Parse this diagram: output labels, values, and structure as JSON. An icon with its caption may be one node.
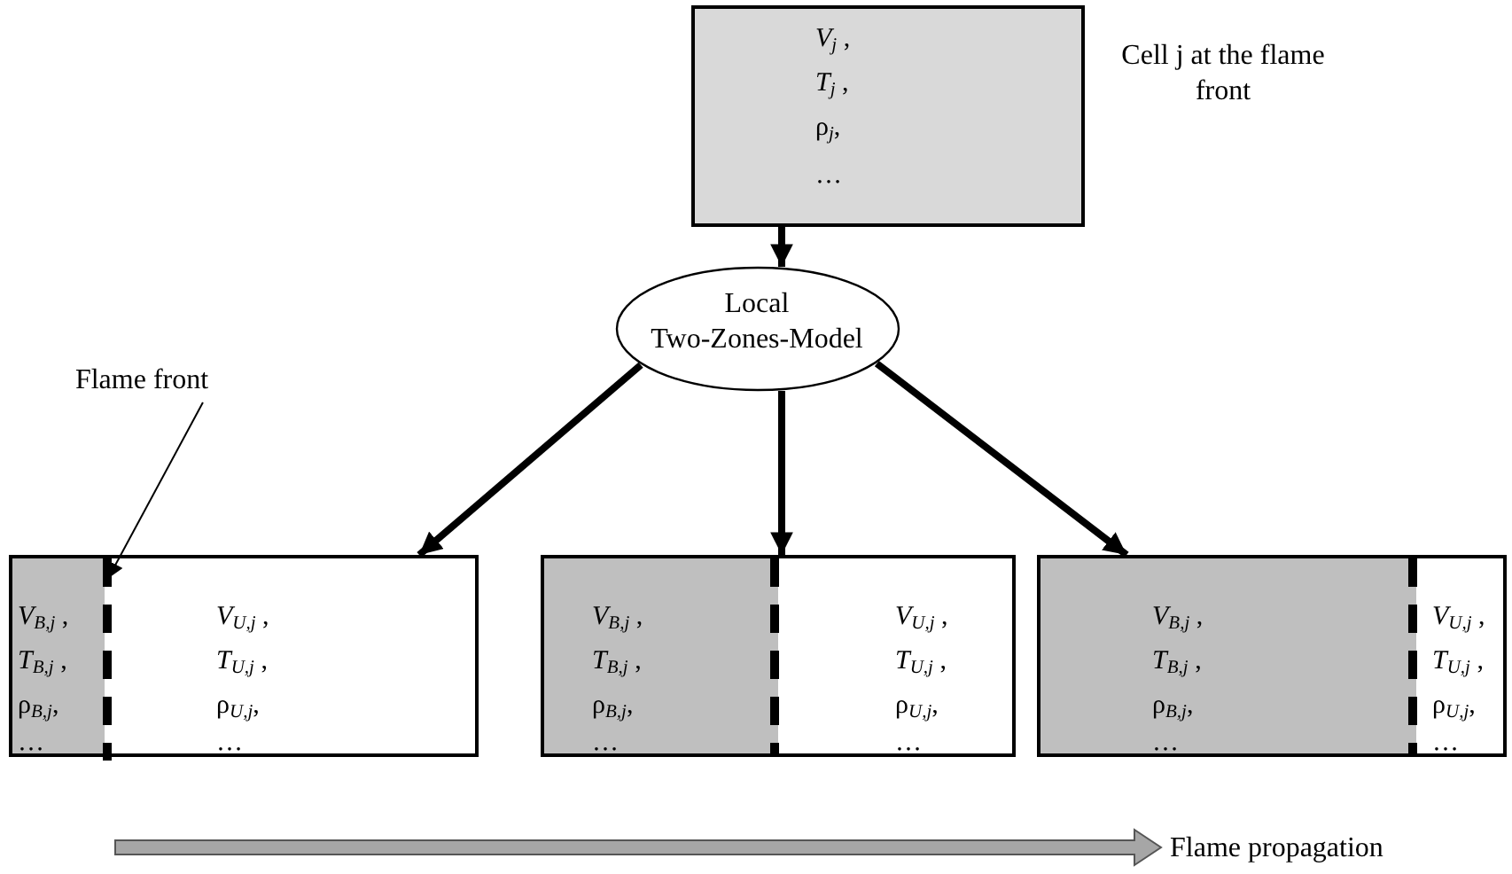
{
  "diagram": {
    "nodes": [
      {
        "text": [
          "*V*$_{j}$ ,",
          "*T*$_{j}$ ,",
          "ρ$_{j}$,",
          "…"
        ],
        "beside": [
          "Cell j at the flame front"
        ]
      },
      {
        "text": [
          "Local Two-Zones-Model"
        ]
      },
      {
        "text": [
          "Flame front"
        ]
      },
      {
        "text": [
          "*V*$_{B,j}$ ,",
          "*T*$_{B,j}$ ,",
          "ρ$_{B,j}$,",
          "…",
          "*V*$_{U,j}$ ,",
          "*T*$_{U,j}$ ,",
          "ρ$_{U,j}$,",
          "…"
        ]
      },
      {
        "text": [],
        "shape": "bar",
        "in": 3
      },
      {
        "text": [
          "*V*$_{B,j}$ ,",
          "*T*$_{B,j}$ ,",
          "ρ$_{B,j}$,",
          "…",
          "*V*$_{U,j}$ ,",
          "*T*$_{U,j}$ ,",
          "ρ$_{U,j}$,",
          "…"
        ]
      },
      {
        "text": [
          "*V*$_{B,j}$ ,",
          "*T*$_{B,j}$ ,",
          "ρ$_{B,j}$,",
          "…",
          "*V*$_{U,j}$ ,",
          "*T*$_{U,j}$ ,",
          "ρ$_{U,j}$,",
          "…"
        ]
      }
    ],
    "edges": [
      {
        "from": 0,
        "to": 1,
        "arrow": "to"
      },
      {
        "from": 1,
        "to": 3,
        "arrow": "to"
      },
      {
        "from": 1,
        "to": 5,
        "arrow": "to"
      },
      {
        "from": 1,
        "to": 6,
        "arrow": "to"
      },
      {
        "from": 2,
        "to": 4,
        "arrow": "to"
      }
    ],
    "labels": [
      "Flame propagation"
    ]
  }
}
